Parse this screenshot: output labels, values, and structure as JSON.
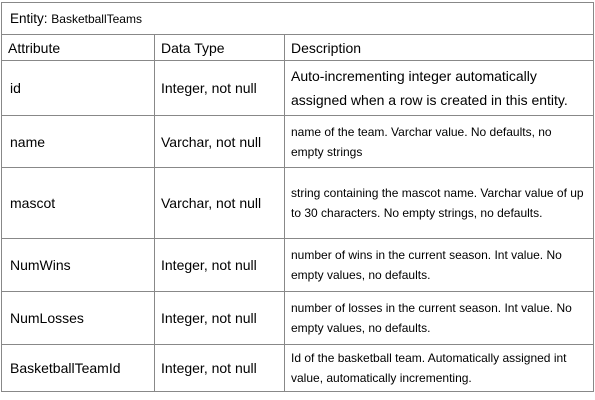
{
  "entity": {
    "label": "Entity: ",
    "name": "BasketballTeams"
  },
  "headers": {
    "attribute": "Attribute",
    "data_type": "Data Type",
    "description": "Description"
  },
  "rows": [
    {
      "attribute": "id",
      "data_type": "Integer, not null",
      "description": "Auto-incrementing integer automatically assigned when a row is created in this entity."
    },
    {
      "attribute": "name",
      "data_type": "Varchar, not null",
      "description": "name of the team. Varchar value. No defaults, no empty strings"
    },
    {
      "attribute": "mascot",
      "data_type": "Varchar, not null",
      "description": "string containing the mascot name. Varchar value of up to 30 characters. No empty strings, no defaults."
    },
    {
      "attribute": "NumWins",
      "data_type": "Integer, not null",
      "description": "number of wins in the current season. Int value. No empty values, no defaults."
    },
    {
      "attribute": "NumLosses",
      "data_type": "Integer, not null",
      "description": "number of losses in the current season. Int value. No empty values, no defaults."
    },
    {
      "attribute": "BasketballTeamId",
      "data_type": "Integer, not null",
      "description": "Id of the basketball team. Automatically assigned int value, automatically incrementing."
    }
  ]
}
